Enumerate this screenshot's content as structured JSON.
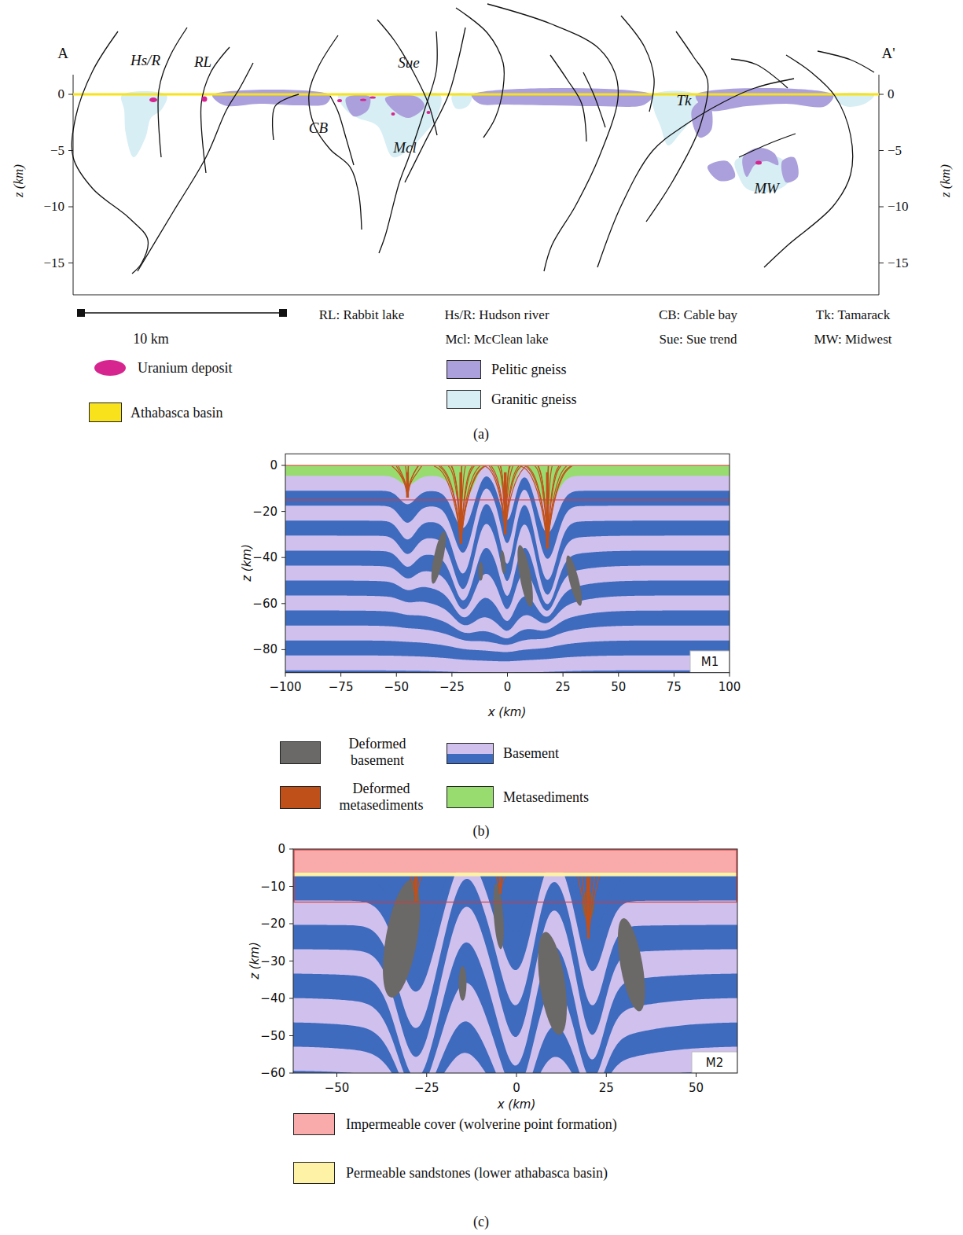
{
  "diagram": {
    "labels": [
      "A",
      "A'",
      "Hs/R",
      "RL",
      "Sue",
      "CB",
      "Mcl",
      "Tk",
      "MW",
      "0",
      "−5",
      "−10",
      "−15",
      "z (km)",
      "0",
      "−5",
      "−10",
      "−15",
      "z (km)",
      "10 km",
      "RL: Rabbit lake",
      "Hs/R: Hudson river",
      "Mcl: McClean lake",
      "CB: Cable bay",
      "Sue: Sue trend",
      "Tk: Tamarack",
      "MW: Midwest",
      "(a)",
      "0",
      "−20",
      "−40",
      "−60",
      "−80",
      "z (km)",
      "−100",
      "−75",
      "−50",
      "−25",
      "0",
      "25",
      "50",
      "75",
      "100",
      "x (km)",
      "M1",
      "(b)",
      "0",
      "−10",
      "−20",
      "−30",
      "−40",
      "−50",
      "−60",
      "z (km)",
      "−50",
      "−25",
      "0",
      "25",
      "50",
      "x (km)",
      "M2",
      "(c)"
    ],
    "legend": [
      {
        "text": "Uranium deposit",
        "color": "#d6258e"
      },
      {
        "text": "Athabasca basin",
        "color": "#f7e21c"
      },
      {
        "text": "Pelitic gneiss",
        "color": "#aba0dc"
      },
      {
        "text": "Granitic gneiss",
        "color": "#d6eef4"
      },
      {
        "text": "Deformed basement",
        "color": "#6b6868"
      },
      {
        "text": "Basement",
        "color": "#cfc0ee"
      },
      {
        "text": "Deformed metasediments",
        "color": "#c0501a"
      },
      {
        "text": "Metasediments",
        "color": "#98dc6f"
      },
      {
        "text": "Impermeable cover (wolverine point formation)",
        "color": "#f9aaaa"
      },
      {
        "text": "Permeable sandstones (lower athabasca basin)",
        "color": "#fdf2a6"
      }
    ]
  }
}
